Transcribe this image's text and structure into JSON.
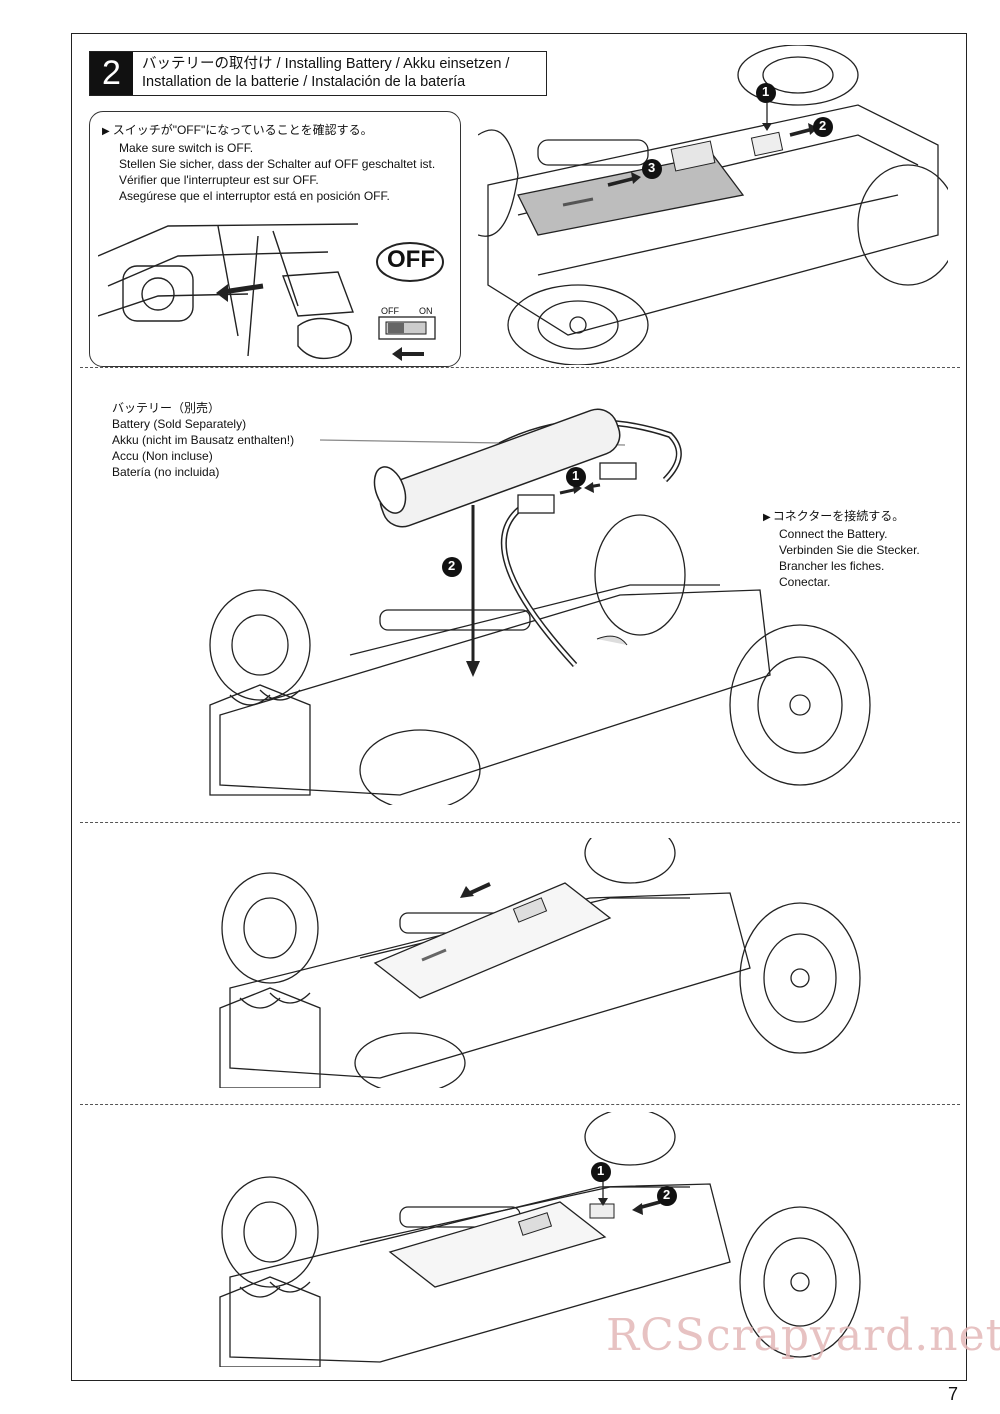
{
  "step": {
    "number": "2",
    "title_line1": "バッテリーの取付け /  Installing Battery / Akku einsetzen /",
    "title_line2": "Installation de la batterie / Instalación de la batería"
  },
  "switch_note": {
    "line_ja": "スイッチが\"OFF\"になっていることを確認する。",
    "line_en": "Make sure switch is OFF.",
    "line_de": "Stellen Sie sicher, dass der Schalter  auf OFF geschaltet ist.",
    "line_fr": "Vérifier que l'interrupteur est sur OFF.",
    "line_es": "Asegúrese que el interruptor está en posición OFF.",
    "off_big": "OFF",
    "switch_off": "OFF",
    "switch_on": "ON"
  },
  "battery_label": {
    "line_ja": "バッテリー（別売）",
    "line_en": "Battery (Sold Separately)",
    "line_de": "Akku (nicht im Bausatz enthalten!)",
    "line_fr": "Accu (Non incluse)",
    "line_es": "Batería (no incluida)"
  },
  "connector_label": {
    "line_ja": "コネクターを接続する。",
    "line_en": "Connect the Battery.",
    "line_de": "Verbinden Sie die Stecker.",
    "line_fr": "Brancher les fiches.",
    "line_es": "Conectar."
  },
  "callouts": {
    "c1": "1",
    "c2": "2",
    "c3": "3"
  },
  "page_number": "7",
  "watermark": "RCScrapyard.net"
}
